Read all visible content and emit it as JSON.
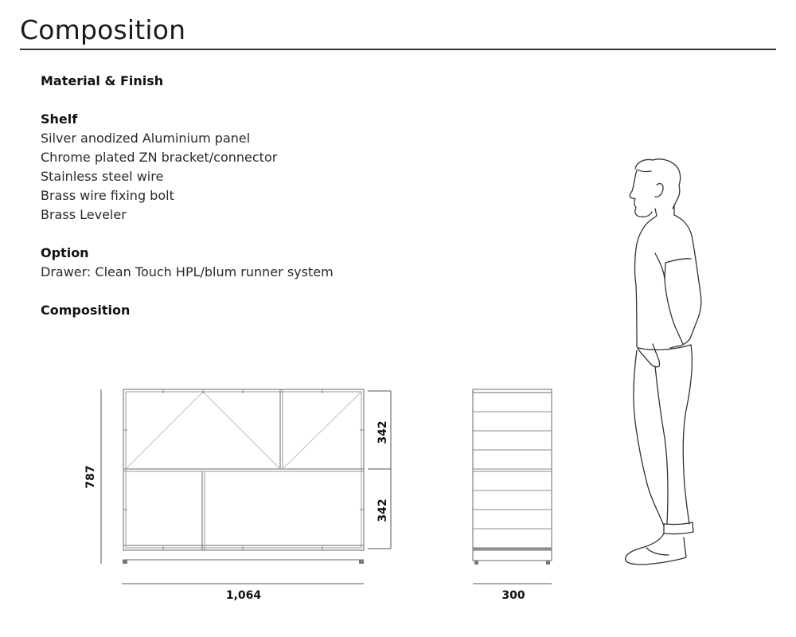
{
  "header": {
    "title": "Composition"
  },
  "spec": {
    "material_heading": "Material & Finish",
    "shelf_heading": "Shelf",
    "shelf_items": [
      "Silver anodized Aluminium panel",
      "Chrome plated ZN bracket/connector",
      "Stainless steel wire",
      "Brass wire fixing bolt",
      "Brass Leveler"
    ],
    "option_heading": "Option",
    "option_items": [
      "Drawer: Clean Touch HPL/blum runner system"
    ],
    "composition_heading": "Composition"
  },
  "drawing": {
    "front": {
      "height": "787",
      "width": "1,064",
      "section_top": "342",
      "section_bottom": "342"
    },
    "side": {
      "depth": "300"
    }
  },
  "colors": {
    "line": "#555555",
    "text": "#222222",
    "rule": "#333333"
  }
}
